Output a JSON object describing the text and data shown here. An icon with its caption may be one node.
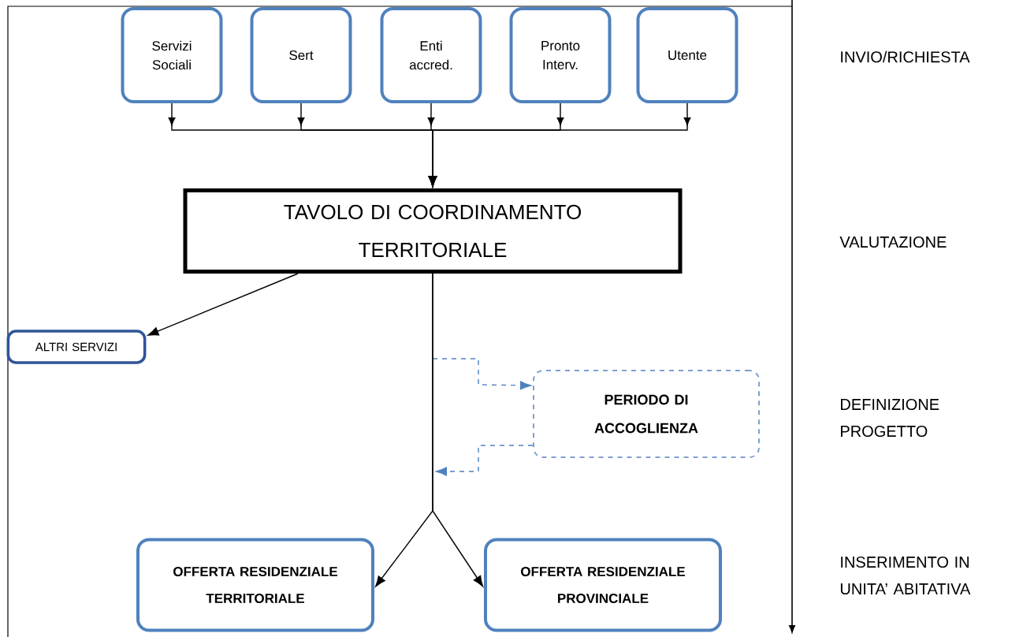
{
  "diagram": {
    "nodes": [
      {
        "text": [
          "Servizi Sociali"
        ]
      },
      {
        "text": [
          "Sert"
        ]
      },
      {
        "text": [
          "Enti accred."
        ]
      },
      {
        "text": [
          "Pronto Interv."
        ]
      },
      {
        "text": [
          "Utente"
        ]
      },
      {
        "text": [
          "TAVOLO DI COORDINAMENTO TERRITORIALE"
        ]
      },
      {
        "text": [
          "ALTRI SERVIZI"
        ]
      },
      {
        "text": [
          "PERIODO DI ACCOGLIENZA"
        ]
      },
      {
        "text": [
          "OFFERTA RESIDENZIALE TERRITORIALE"
        ]
      },
      {
        "text": [
          "OFFERTA RESIDENZIALE PROVINCIALE"
        ]
      }
    ],
    "edges": [
      {
        "from": 0,
        "to": 5,
        "arrow": "to"
      },
      {
        "from": 1,
        "to": 5,
        "arrow": "to"
      },
      {
        "from": 2,
        "to": 5,
        "arrow": "to"
      },
      {
        "from": 3,
        "to": 5,
        "arrow": "to"
      },
      {
        "from": 4,
        "to": 5,
        "arrow": "to"
      },
      {
        "from": 5,
        "to": 6,
        "arrow": "to"
      },
      {
        "from": null,
        "to": 7,
        "arrow": "to",
        "style": "dashed",
        "color": "#4f81bd"
      },
      {
        "from": 7,
        "to": null,
        "arrow": "to",
        "style": "dashed",
        "color": "#4f81bd"
      },
      {
        "from": 5,
        "to": 8,
        "arrow": "to"
      },
      {
        "from": 5,
        "to": 9,
        "arrow": "to"
      }
    ],
    "labels": [
      "INVIO/RICHIESTA",
      "VALUTAZIONE",
      "DEFINIZIONE PROGETTO",
      "INSERIMENTO IN UNITA’ ABITATIVA"
    ]
  }
}
